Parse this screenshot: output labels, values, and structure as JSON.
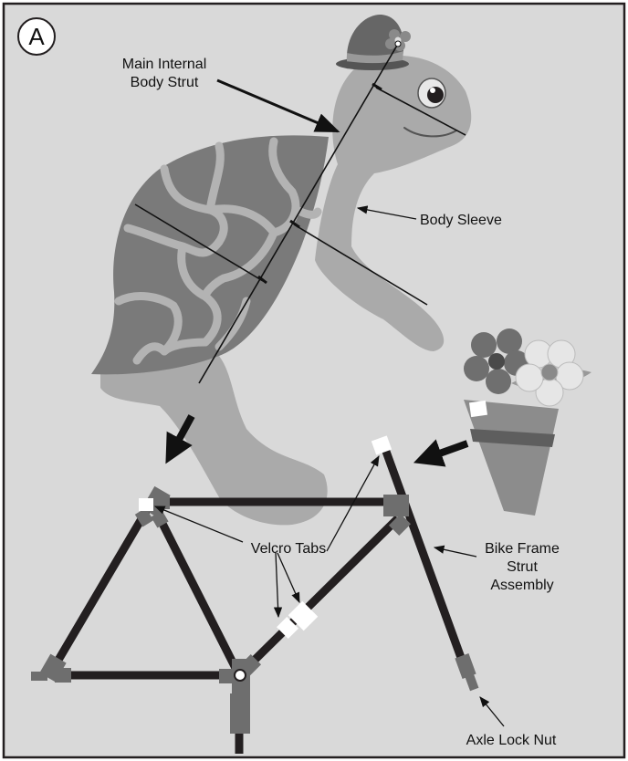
{
  "panel": {
    "badge": "A",
    "colors": {
      "background": "#d9d9d9",
      "shell": "#7a7a7a",
      "shell_pattern": "#b3b3b3",
      "body": "#aaaaaa",
      "strut": "#231f20",
      "connector": "#6e6e6e",
      "velcro_tab": "#ffffff"
    }
  },
  "labels": {
    "main_strut_line1": "Main Internal",
    "main_strut_line2": "Body Strut",
    "body_sleeve": "Body Sleeve",
    "velcro_tabs": "Velcro Tabs",
    "bike_frame_line1": "Bike Frame",
    "bike_frame_line2": "Strut",
    "bike_frame_line3": "Assembly",
    "axle_lock_nut": "Axle Lock Nut"
  },
  "icons": {
    "turtle": "turtle-costume-icon",
    "hat": "bowler-hat-icon",
    "flower_pot": "flower-pot-icon"
  }
}
